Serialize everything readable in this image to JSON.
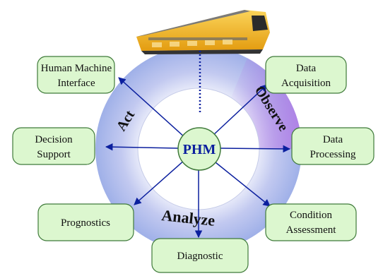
{
  "center": {
    "label": "PHM"
  },
  "ring_labels": {
    "act": "Act",
    "observe": "Observe",
    "analyze": "Analyze"
  },
  "nodes": {
    "hmi": {
      "line1": "Human Machine",
      "line2": "Interface"
    },
    "data_acquisition": {
      "line1": "Data",
      "line2": "Acquisition"
    },
    "decision_support": {
      "line1": "Decision",
      "line2": "Support"
    },
    "data_processing": {
      "line1": "Data",
      "line2": "Processing"
    },
    "prognostics": {
      "line1": "Prognostics"
    },
    "condition_assessment": {
      "line1": "Condition",
      "line2": "Assessment"
    },
    "diagnostic": {
      "line1": "Diagnostic"
    }
  },
  "colors": {
    "ring_light": "#e8e8f6",
    "ring_mid": "#a8b4ea",
    "ring_purple": "#b27ce6",
    "node_fill": "#dcf7cf",
    "node_stroke": "#3f7a3a",
    "arrow": "#0b1f9e",
    "train_body": "#f2b51f"
  },
  "icons": {
    "train": "train-icon"
  }
}
